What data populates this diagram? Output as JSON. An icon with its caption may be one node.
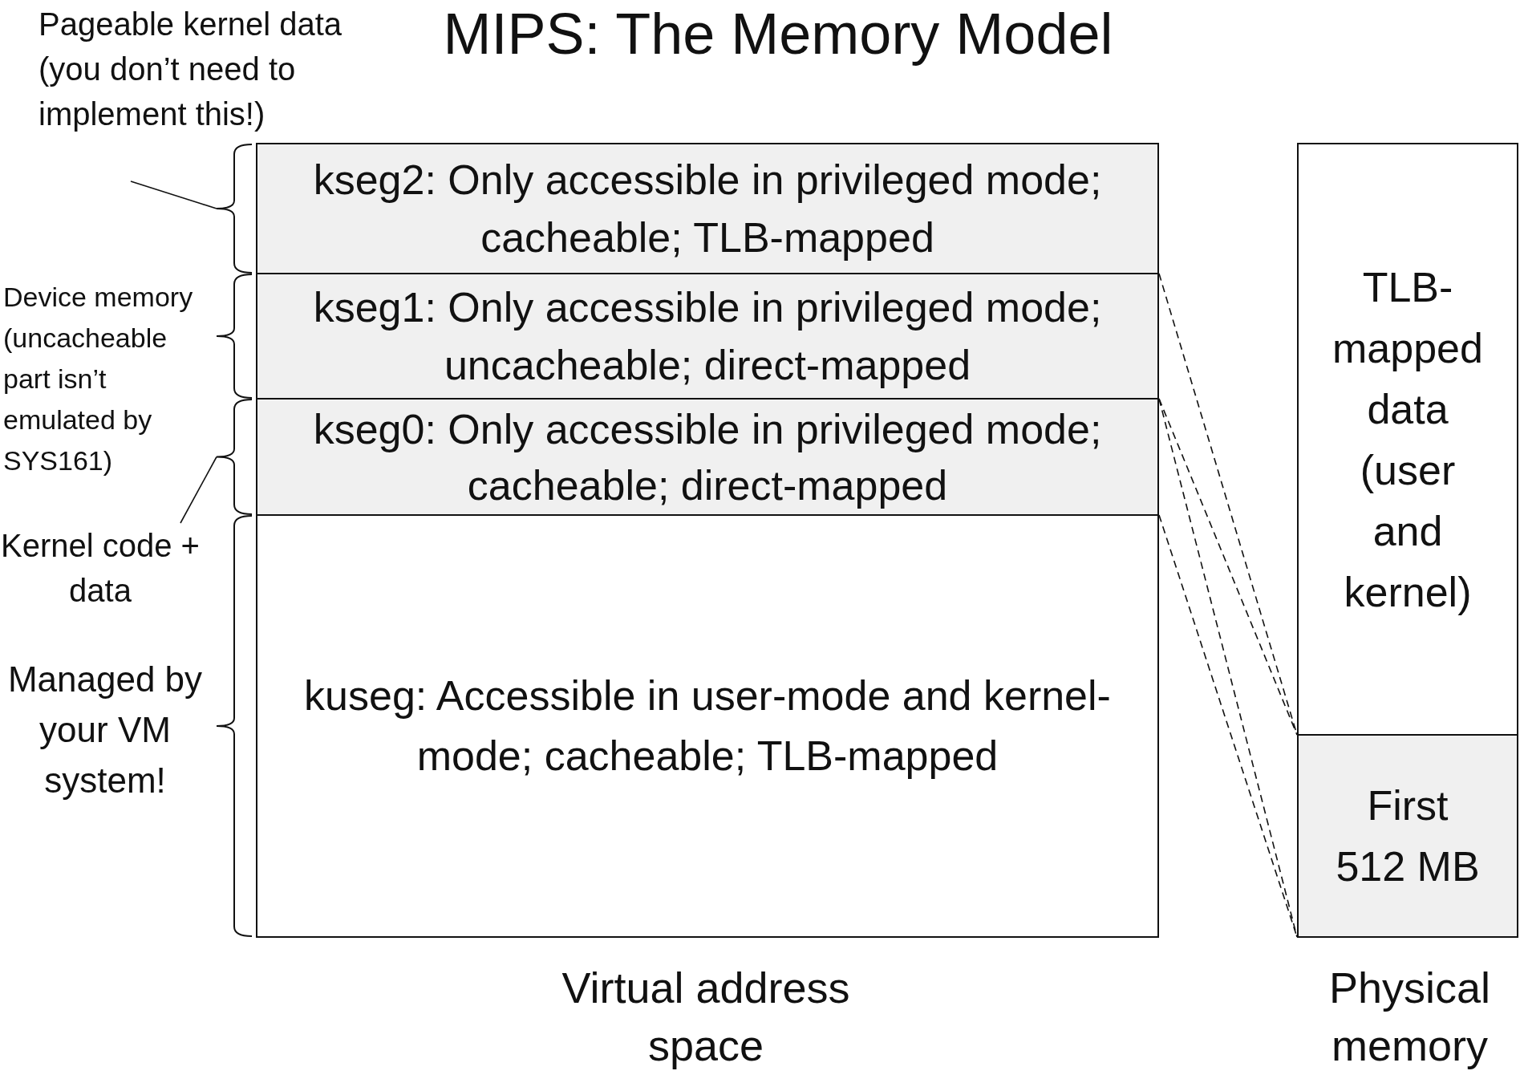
{
  "diagram": {
    "title": "MIPS: The Memory Model",
    "nodes": [
      {
        "text": [
          "Pageable kernel data (you don’t need to implement this!)"
        ]
      },
      {
        "text": [
          "kseg2: Only accessible in privileged mode; cacheable; TLB-mapped"
        ]
      },
      {
        "text": [
          "kseg1: Only accessible in privileged mode; uncacheable; direct-mapped"
        ]
      },
      {
        "text": [
          "kseg0: Only accessible in privileged mode; cacheable; direct-mapped"
        ]
      },
      {
        "text": [
          "Kernel code + data"
        ]
      },
      {
        "text": [
          "kuseg: Accessible in user-mode and kernel-mode; cacheable; TLB-mapped"
        ]
      },
      {
        "text": [
          "TLB-mapped data (user and kernel)"
        ]
      },
      {
        "text": [
          "First 512 MB"
        ]
      }
    ],
    "edges": [
      {
        "from": 0,
        "to": 1,
        "arrow": "none"
      },
      {
        "from": 4,
        "to": 3,
        "arrow": "none"
      },
      {
        "from": 2,
        "to": 7,
        "arrow": "none",
        "style": "dashed"
      },
      {
        "from": 2,
        "to": 7,
        "arrow": "none",
        "style": "dashed"
      },
      {
        "from": 3,
        "to": 7,
        "arrow": "none",
        "style": "dashed"
      },
      {
        "from": 3,
        "to": 7,
        "arrow": "none",
        "style": "dashed"
      }
    ],
    "labels": [
      "Device memory (uncacheable part isn’t emulated by SYS161)",
      "Managed by your VM system!",
      "Virtual address space",
      "Physical memory"
    ]
  }
}
